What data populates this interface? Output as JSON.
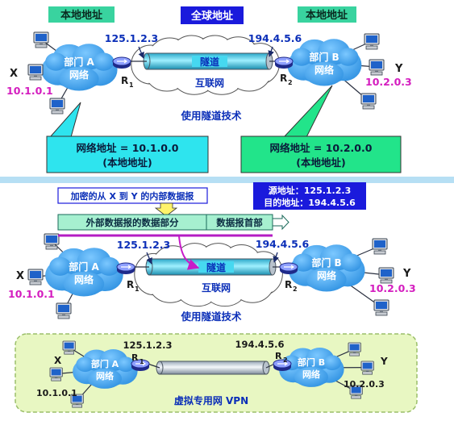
{
  "top": {
    "local_left": "本地地址",
    "global": "全球地址",
    "local_right": "本地地址",
    "ip_r1": "125.1.2.3",
    "ip_r2": "194.4.5.6",
    "dept_a": [
      "部门 A",
      "网络"
    ],
    "dept_b": [
      "部门 B",
      "网络"
    ],
    "host_x": "X",
    "host_y": "Y",
    "x_ip": "10.1.0.1",
    "y_ip": "10.2.0.3",
    "r1_letter": "R",
    "r1_sub": "1",
    "r2_letter": "R",
    "r2_sub": "2",
    "tunnel": "隧道",
    "internet": "互联网",
    "caption": "使用隧道技术",
    "callout_left": [
      "网络地址 = 10.1.0.0",
      "(本地地址)"
    ],
    "callout_right": [
      "网络地址 = 10.2.0.0",
      "(本地地址)"
    ]
  },
  "middle": {
    "encrypted_note": "加密的从 X 到 Y 的内部数据报",
    "src_line": "源地址：125.1.2.3",
    "dst_line": "目的地址：194.4.5.6",
    "outer_data": "外部数据报的数据部分",
    "outer_header": "数据报首部",
    "ip_r1": "125.1.2.3",
    "ip_r2": "194.4.5.6",
    "dept_a": [
      "部门 A",
      "网络"
    ],
    "dept_b": [
      "部门 B",
      "网络"
    ],
    "host_x": "X",
    "host_y": "Y",
    "x_ip": "10.1.0.1",
    "y_ip": "10.2.0.3",
    "r1_letter": "R",
    "r1_sub": "1",
    "r2_letter": "R",
    "r2_sub": "2",
    "tunnel": "隧道",
    "internet": "互联网",
    "caption": "使用隧道技术"
  },
  "bottom": {
    "ip_r1": "125.1.2.3",
    "ip_r2": "194.4.5.6",
    "dept_a": [
      "部门 A",
      "网络"
    ],
    "dept_b": [
      "部门 B",
      "网络"
    ],
    "host_x": "X",
    "host_y": "Y",
    "x_ip": "10.1.0.1",
    "y_ip": "10.2.0.3",
    "r1_letter": "R",
    "r1_sub": "1",
    "r2_letter": "R",
    "r2_sub": "2",
    "caption": "虚拟专用网 VPN"
  },
  "colors": {
    "cloud": "#3aa0e8",
    "label_blue": "#0b2fb8",
    "ip_magenta": "#d41dbf",
    "callout_cyan": "#2ee4ee",
    "callout_green": "#22e48a",
    "global_box": "#1a1adc",
    "local_box": "#39d39f",
    "tunnel_cyan": "#46d8f0",
    "vpn_panel": "#e8f7c2",
    "separator": "#b6dff4",
    "packet_green": "#a6f0d0",
    "magenta_line": "#b41cc3",
    "note_yellow": "#fff36a",
    "addr_box": "#1a1adc"
  }
}
